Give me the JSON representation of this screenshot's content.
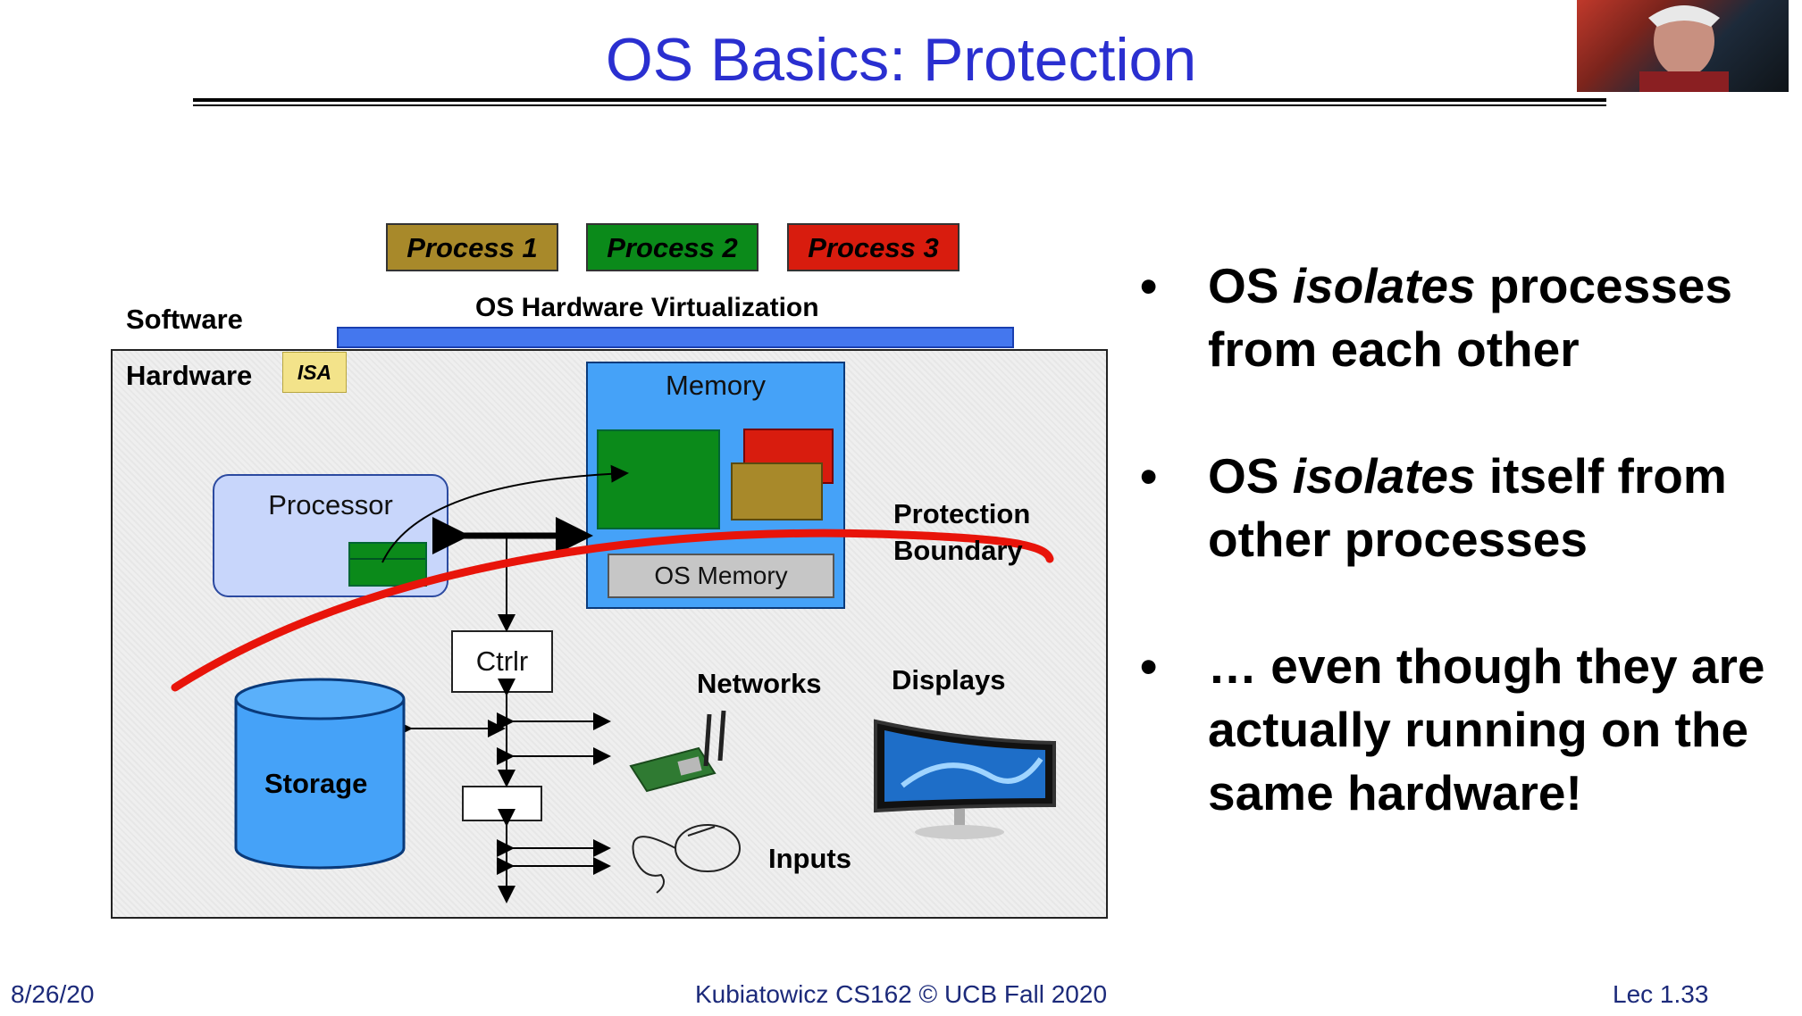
{
  "slide": {
    "title": "OS Basics: Protection",
    "footer_left": "8/26/20",
    "footer_center": "Kubiatowicz CS162 © UCB Fall 2020",
    "footer_right": "Lec 1.33"
  },
  "diagram": {
    "processes": [
      {
        "label": "Process 1",
        "color": "#a8892a"
      },
      {
        "label": "Process 2",
        "color": "#0b8a1a"
      },
      {
        "label": "Process 3",
        "color": "#d81c0e"
      }
    ],
    "software_label": "Software",
    "virtualization_label": "OS Hardware Virtualization",
    "hardware_label": "Hardware",
    "isa_label": "ISA",
    "memory_label": "Memory",
    "os_memory_label": "OS Memory",
    "processor_label": "Processor",
    "protection_boundary_label": "Protection\nBoundary",
    "ctrlr_label": "Ctrlr",
    "storage_label": "Storage",
    "networks_label": "Networks",
    "displays_label": "Displays",
    "inputs_label": "Inputs",
    "boundary_color": "#e8140a"
  },
  "bullets": [
    {
      "pre": "OS ",
      "em": "isolates",
      "post": " processes from each other"
    },
    {
      "pre": "OS ",
      "em": "isolates",
      "post": " itself from other processes"
    },
    {
      "pre": "… even though they are actually running on the same hardware!",
      "em": "",
      "post": ""
    }
  ],
  "icons": {
    "network_card": "network-card-icon",
    "monitor": "curved-monitor-icon",
    "mouse": "mouse-icon",
    "storage": "storage-cylinder-icon"
  }
}
